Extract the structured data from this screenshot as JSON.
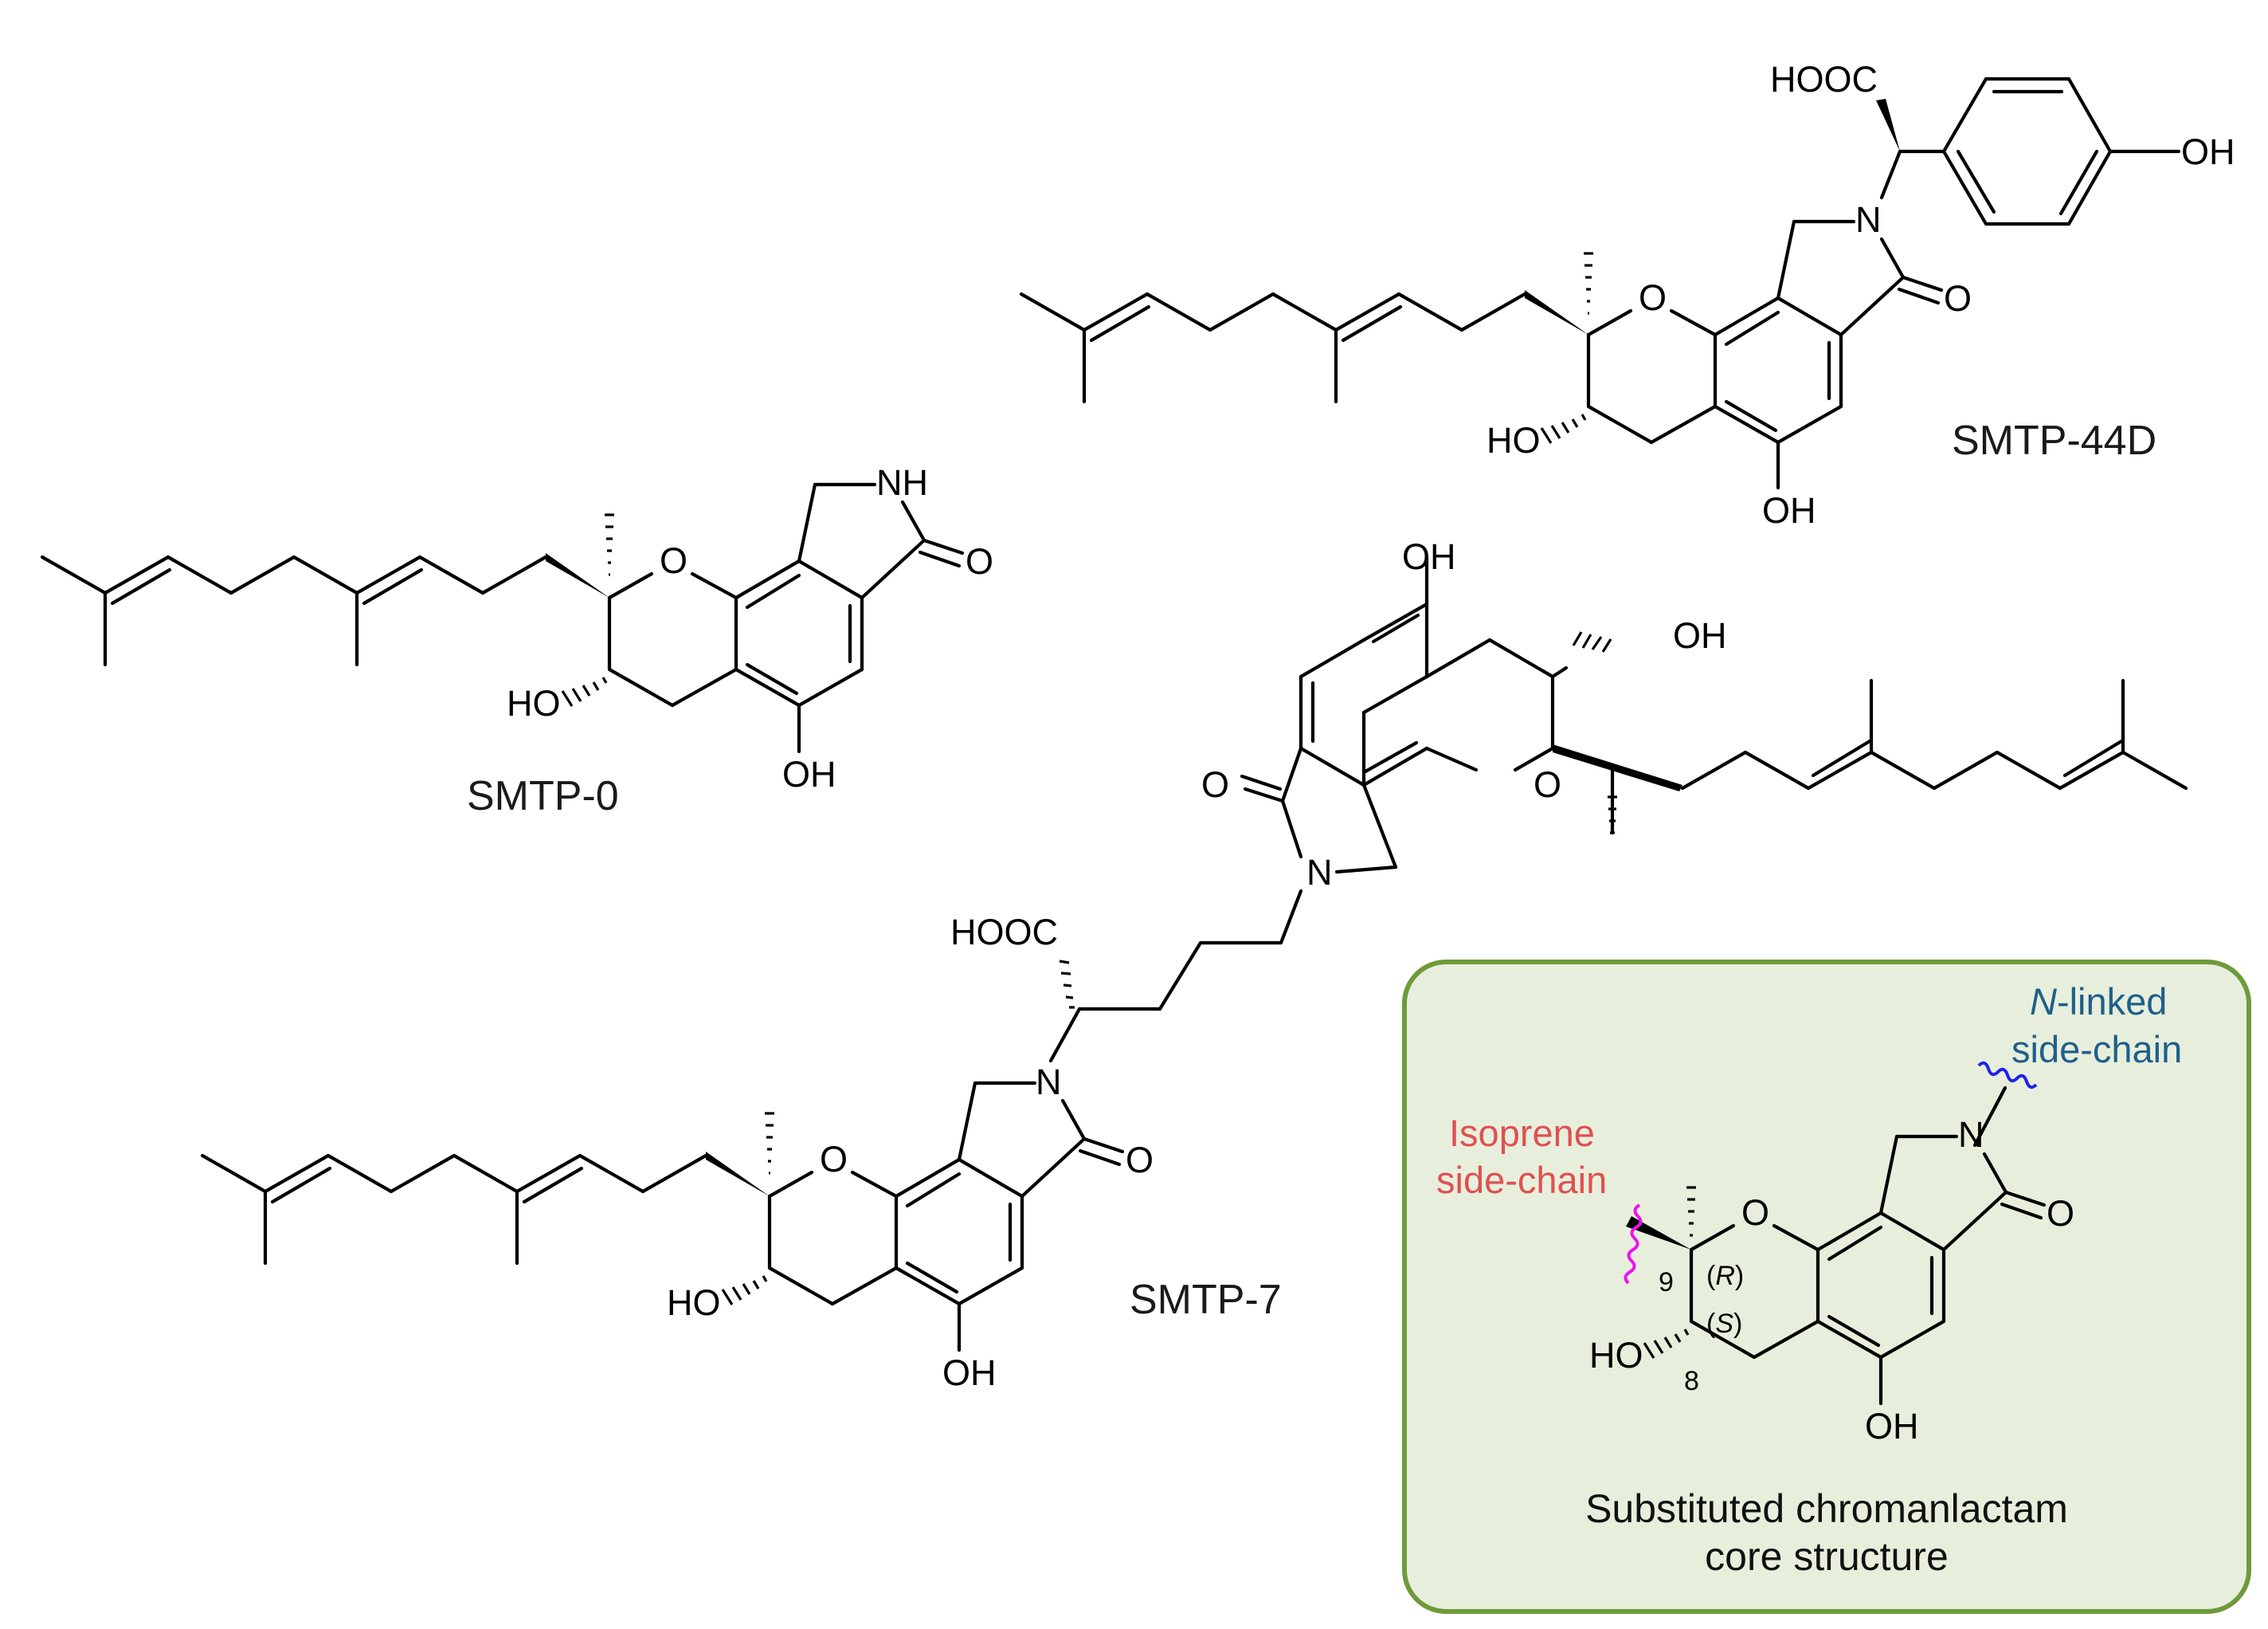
{
  "compounds": {
    "smtp0": {
      "name": "SMTP-0",
      "oh_top": "HO",
      "oh_bottom": "OH",
      "nh": "NH",
      "ring_o": "O",
      "carbonyl_o": "O"
    },
    "smtp44d": {
      "name": "SMTP-44D",
      "hooc": "HOOC",
      "phenol_oh": "OH",
      "n": "N",
      "carbonyl_o": "O",
      "ring_o": "O",
      "ho": "HO",
      "oh": "OH"
    },
    "smtp7": {
      "name": "SMTP-7",
      "hooc": "HOOC",
      "upper_oh_top": "OH",
      "upper_oh_side": "OH",
      "upper_carbonyl_o": "O",
      "upper_n": "N",
      "upper_ring_o": "O",
      "lower_n": "N",
      "lower_carbonyl_o": "O",
      "lower_ring_o": "O",
      "lower_ho": "HO",
      "lower_oh": "OH"
    }
  },
  "core_box": {
    "n_linked_italic": "N",
    "n_linked_rest": "-linked",
    "n_linked_line2": "side-chain",
    "isoprene_line1": "Isoprene",
    "isoprene_line2": "side-chain",
    "n": "N",
    "carbonyl_o": "O",
    "ring_o": "O",
    "ho": "HO",
    "oh": "OH",
    "locant_9": "9",
    "locant_8": "8",
    "stereo_r_open": "(",
    "stereo_r": "R",
    "stereo_r_close": ")",
    "stereo_s_open": "(",
    "stereo_s": "S",
    "stereo_s_close": ")",
    "caption_line1": "Substituted chromanlactam",
    "caption_line2": "core structure",
    "colors": {
      "box_fill": "#e7efdc",
      "box_border": "#6f9a3b",
      "n_linked_text": "#1f5f8b",
      "isoprene_text": "#e05050",
      "wavy_blue": "#2020ee",
      "wavy_magenta": "#ee10ee"
    }
  }
}
